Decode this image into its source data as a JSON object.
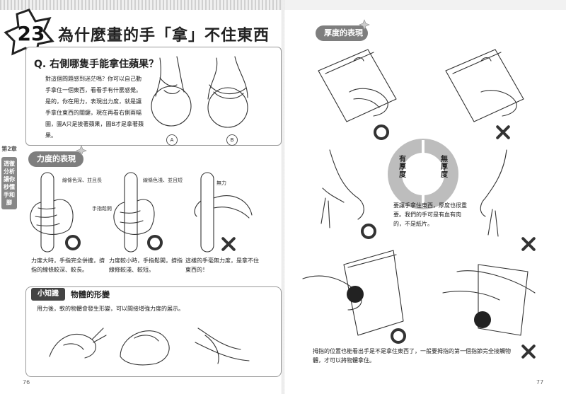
{
  "chapter": {
    "number": "23",
    "title": "為什麼畫的手「拿」不住東西"
  },
  "question": {
    "title": "Q. 右側哪隻手能拿住蘋果？",
    "body": "對這個問題感到迷茫嗎？你可以自己動手拿住一個東西，看看手有什麼感覺。是的，你在用力，表現出力度，就是讓手拿住東西的關鍵，現在再看右側兩幅圖，圖A只是挨著蘋果，圖B才是拿著蘋果。",
    "label_a": "A",
    "label_b": "B"
  },
  "side_tab": {
    "chapter": "第2章",
    "text": "透徹分析讓你秒懂手和腳"
  },
  "strength_section": {
    "title": "力度的表現",
    "labels": {
      "line1": "線條色深、並且長",
      "grip": "手指鬆開",
      "line2": "線條色淺、並且短",
      "weak": "無力"
    },
    "captions": [
      "力度大時，手指完全併攏，擠指的線條較深、較長。",
      "力度較小時，手指鬆開，擠指線條較淺、較短。",
      "這樣的手毫無力度，是拿不住東西的！"
    ]
  },
  "tip": {
    "tag": "小知識",
    "title": "物體的形變",
    "body": "用力後，軟的物體會發生形變，可以間接增強力度的展示。"
  },
  "thickness_section": {
    "title": "厚度的表現",
    "ring_left": "有厚度",
    "ring_right": "無厚度",
    "ring_caption": "要讓手拿住東西，厚度也很重要。我們的手可是有血有肉的，不是紙片。",
    "bottom_caption": "拇指的位置也能看出手是不是拿住東西了，一般要拇指的第一個指節完全接觸物體，才可以將物體拿住。"
  },
  "page_numbers": {
    "left": "76",
    "right": "77"
  }
}
